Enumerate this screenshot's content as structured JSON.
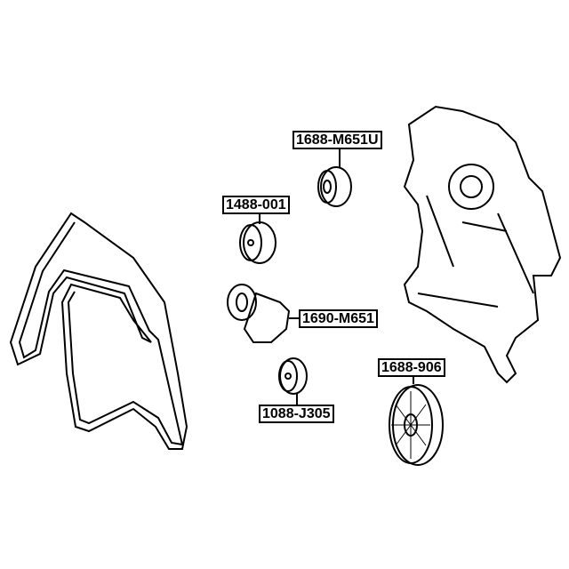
{
  "parts": [
    {
      "id": "idler-pulley-top",
      "label": "1688-M651U"
    },
    {
      "id": "idler-pulley-grooved",
      "label": "1488-001"
    },
    {
      "id": "belt-tensioner",
      "label": "1690-M651"
    },
    {
      "id": "idler-pulley-lower",
      "label": "1088-J305"
    },
    {
      "id": "crankshaft-pulley",
      "label": "1688-906"
    }
  ],
  "colors": {
    "line": "#000000",
    "background": "#ffffff"
  }
}
